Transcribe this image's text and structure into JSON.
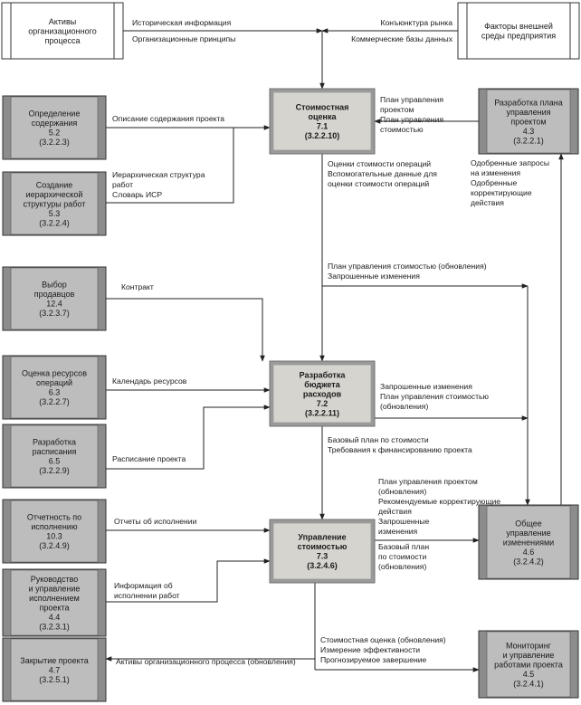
{
  "nodes": {
    "org_assets": {
      "lines": [
        "Активы",
        "организационного",
        "процесса"
      ],
      "style": "external"
    },
    "env_factors": {
      "lines": [
        "Факторы внешней",
        "среды предприятия"
      ],
      "style": "external"
    },
    "scope_def": {
      "lines": [
        "Определение",
        "содержания",
        "5.2",
        "(3.2.2.3)"
      ],
      "style": "process"
    },
    "wbs": {
      "lines": [
        "Создание",
        "иерархической",
        "структуры работ",
        "5.3",
        "(3.2.2.4)"
      ],
      "style": "process"
    },
    "sellers": {
      "lines": [
        "Выбор",
        "продавцов",
        "12.4",
        "(3.2.3.7)"
      ],
      "style": "process"
    },
    "resources": {
      "lines": [
        "Оценка ресурсов",
        "операций",
        "6.3",
        "(3.2.2.7)"
      ],
      "style": "process"
    },
    "schedule": {
      "lines": [
        "Разработка",
        "расписания",
        "6.5",
        "(3.2.2.9)"
      ],
      "style": "process"
    },
    "perf_report": {
      "lines": [
        "Отчетность по",
        "исполнению",
        "10.3",
        "(3.2.4.9)"
      ],
      "style": "process"
    },
    "exec_mgmt": {
      "lines": [
        "Руководство",
        "и управление",
        "исполнением",
        "проекта",
        "4.4",
        "(3.2.3.1)"
      ],
      "style": "process"
    },
    "closing": {
      "lines": [
        "Закрытие проекта",
        "4.7",
        "(3.2.5.1)"
      ],
      "style": "process"
    },
    "pm_plan": {
      "lines": [
        "Разработка плана",
        "управления",
        "проектом",
        "4.3",
        "(3.2.2.1)"
      ],
      "style": "process"
    },
    "change_ctrl": {
      "lines": [
        "Общее",
        "управление",
        "изменениями",
        "4.6",
        "(3.2.4.2)"
      ],
      "style": "process"
    },
    "monitoring": {
      "lines": [
        "Мониторинг",
        "и управление",
        "работами проекта",
        "4.5",
        "(3.2.4.1)"
      ],
      "style": "process"
    },
    "cost_est": {
      "lines": [
        "Стоимостная",
        "оценка",
        "7.1",
        "(3.2.2.10)"
      ],
      "style": "focus"
    },
    "budget": {
      "lines": [
        "Разработка",
        "бюджета",
        "расходов",
        "7.2",
        "(3.2.2.11)"
      ],
      "style": "focus"
    },
    "cost_ctrl": {
      "lines": [
        "Управление",
        "стоимостью",
        "7.3",
        "(3.2.4.6)"
      ],
      "style": "focus"
    }
  },
  "labels": {
    "hist_info": [
      "Историческая информация"
    ],
    "org_principles": [
      "Организационные принципы"
    ],
    "market": [
      "Конъюнктура рынка"
    ],
    "comm_db": [
      "Коммерческие базы данных"
    ],
    "scope_stmt": [
      "Описание содержания проекта"
    ],
    "wbs_out": [
      "Иерархическая структура",
      "работ",
      "Словарь ИСР"
    ],
    "pm_plan_in": [
      "План управления",
      "проектом",
      "План управления",
      "стоимостью"
    ],
    "approved": [
      "Одобренные запросы",
      "на изменения",
      "Одобренные",
      "корректирующие",
      "действия"
    ],
    "est_out": [
      "Оценки стоимости операций",
      "Вспомогательные данные для",
      "оценки стоимости операций"
    ],
    "contract": [
      "Контракт"
    ],
    "cost_plan_upd": [
      "План управления стоимостью (обновления)",
      "Запрошенные изменения"
    ],
    "res_cal": [
      "Календарь ресурсов"
    ],
    "budget_out": [
      "Запрошенные изменения",
      "План управления стоимостью",
      "(обновления)"
    ],
    "sched": [
      "Расписание проекта"
    ],
    "baseline": [
      "Базовый план по стоимости",
      "Требования к финансированию проекта"
    ],
    "ctrl_out": [
      "План управления проектом",
      "(обновления)",
      "Рекомендуемые корректирующие",
      "действия",
      "Запрошенные",
      "изменения"
    ],
    "baseline_upd": [
      "Базовый план",
      "по стоимости",
      "(обновления)"
    ],
    "perf_rep": [
      "Отчеты об исполнении"
    ],
    "work_info": [
      "Информация об",
      "исполнении работ"
    ],
    "org_upd": [
      "Активы организационного процесса (обновления)"
    ],
    "mon_out": [
      "Стоимостная оценка (обновления)",
      "Измерение эффективности",
      "Прогнозируемое завершение"
    ]
  },
  "colors": {
    "process_fill": "#8c8c8c",
    "process_inner": "#bdbdbd",
    "focus_fill": "#d6d4cf",
    "focus_border": "#707070",
    "external_fill": "#ffffff",
    "line": "#222222"
  }
}
